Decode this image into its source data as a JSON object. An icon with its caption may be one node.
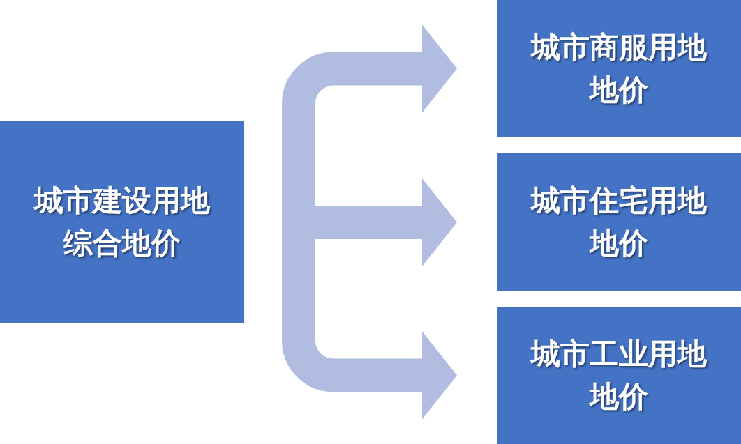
{
  "diagram": {
    "nodes": [
      {
        "text": [
          "城市建设用地综合地价"
        ]
      },
      {
        "text": [
          "城市商服用地地价"
        ]
      },
      {
        "text": [
          "城市住宅用地地价"
        ]
      },
      {
        "text": [
          "城市工业用地地价"
        ]
      }
    ],
    "edges": [
      {
        "from": null,
        "to": 1,
        "arrow": "to"
      },
      {
        "from": null,
        "to": 2,
        "arrow": "to"
      },
      {
        "from": null,
        "to": 3,
        "arrow": "to"
      }
    ]
  }
}
